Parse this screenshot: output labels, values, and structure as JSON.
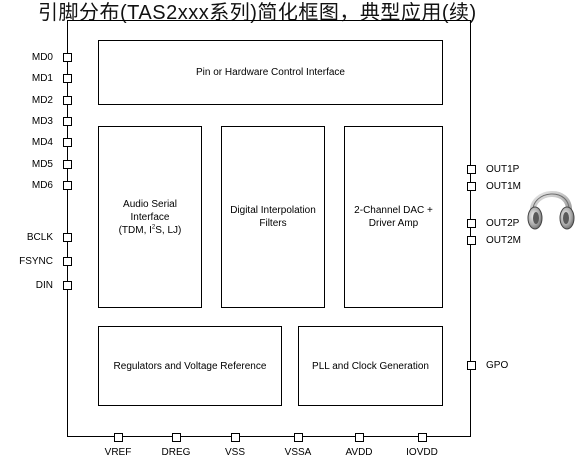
{
  "title": "引脚分布(TAS2xxx系列)简化框图，典型应用(续)",
  "blocks": {
    "control": "Pin or Hardware Control Interface",
    "serial": {
      "line1": "Audio Serial",
      "line2": "Interface",
      "line3_pre": "(TDM, I",
      "line3_sup": "2",
      "line3_post": "S, LJ)"
    },
    "filters": "Digital Interpolation Filters",
    "dac": "2-Channel DAC + Driver Amp",
    "regulators": "Regulators and Voltage Reference",
    "pll": "PLL and Clock Generation"
  },
  "pins": {
    "left": [
      "MD0",
      "MD1",
      "MD2",
      "MD3",
      "MD4",
      "MD5",
      "MD6",
      "BCLK",
      "FSYNC",
      "DIN"
    ],
    "right": [
      "OUT1P",
      "OUT1M",
      "OUT2P",
      "OUT2M",
      "GPO"
    ],
    "bottom": [
      "VREF",
      "DREG",
      "VSS",
      "VSSA",
      "AVDD",
      "IOVDD"
    ]
  },
  "icons": {
    "headphones": "headphones-icon"
  }
}
